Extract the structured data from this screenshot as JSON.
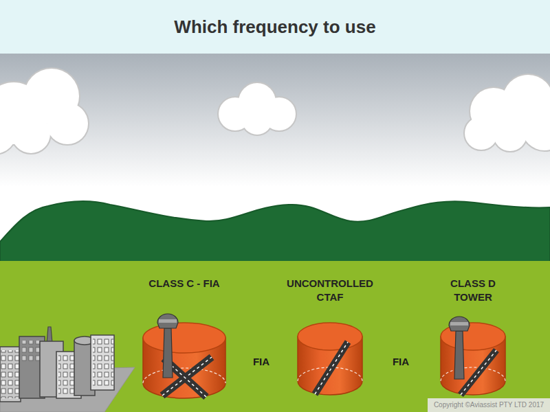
{
  "diagram": {
    "title": "Which frequency to use",
    "nodes": [
      {
        "text": [
          "CLASS C - FIA"
        ]
      },
      {
        "text": [
          "UNCONTROLLED CTAF"
        ]
      },
      {
        "text": [
          "CLASS D TOWER"
        ]
      }
    ],
    "labels": [
      "FIA",
      "FIA",
      "Copyright ©Aviassist PTY LTD 2017"
    ]
  }
}
